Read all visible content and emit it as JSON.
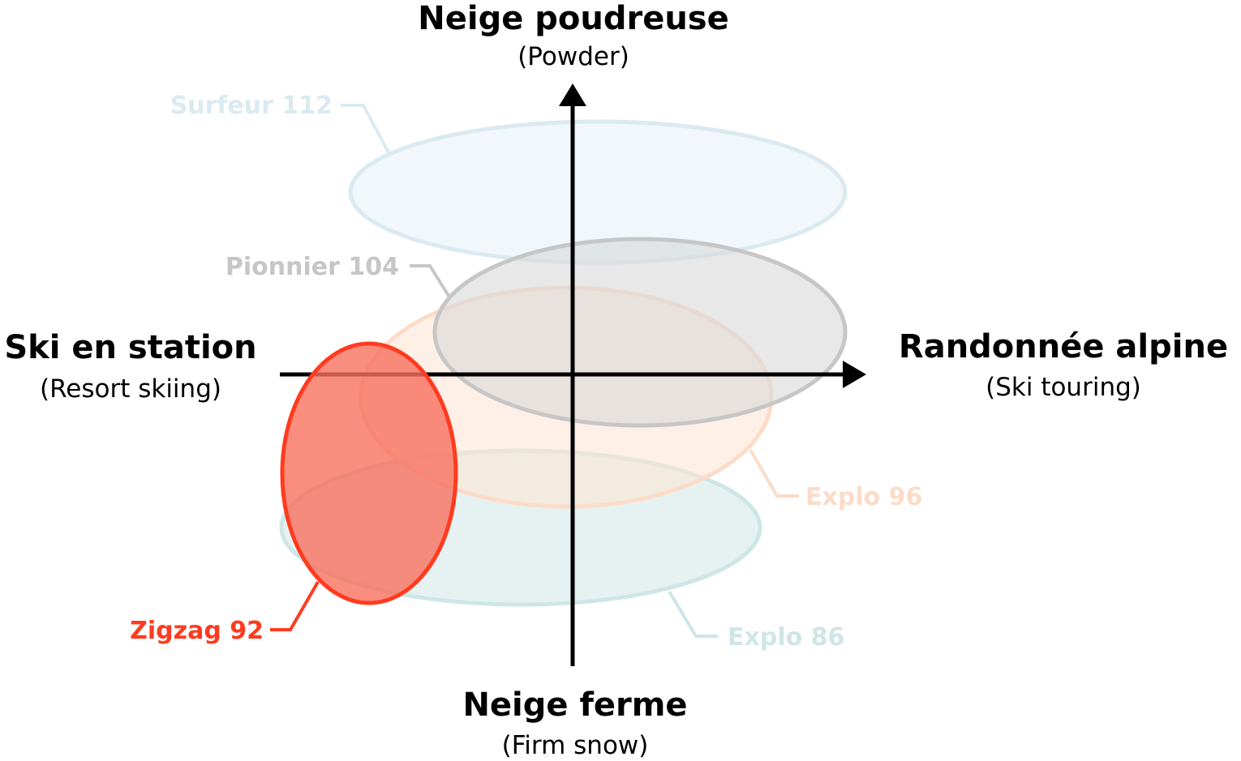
{
  "axes": {
    "top": {
      "title": "Neige poudreuse",
      "subtitle": "(Powder)"
    },
    "bottom": {
      "title": "Neige ferme",
      "subtitle": "(Firm snow)"
    },
    "left": {
      "title": "Ski en station",
      "subtitle": "(Resort skiing)"
    },
    "right": {
      "title": "Randonnée alpine",
      "subtitle": "(Ski touring)"
    }
  },
  "skis": [
    {
      "name": "Surfeur 112",
      "stroke": "#dbeaf1",
      "fill": "#eef6f9"
    },
    {
      "name": "Pionnier 104",
      "stroke": "#c6c6c6",
      "fill": "#d9d9d9"
    },
    {
      "name": "Explo 96",
      "stroke": "#fcdcc8",
      "fill": "#fde3d2"
    },
    {
      "name": "Explo 86",
      "stroke": "#cfe6e6",
      "fill": "#d6eaea"
    },
    {
      "name": "Zigzag 92",
      "stroke": "#ff3b1f",
      "fill": "#f7705e"
    }
  ]
}
